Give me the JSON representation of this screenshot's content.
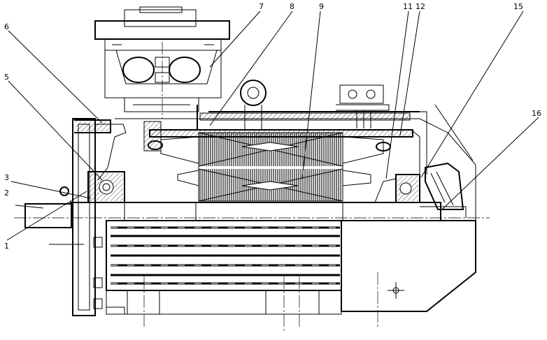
{
  "diagram": {
    "callouts": [
      {
        "id": "c1",
        "text": "1"
      },
      {
        "id": "c2",
        "text": "2"
      },
      {
        "id": "c3",
        "text": "3"
      },
      {
        "id": "c5",
        "text": "5"
      },
      {
        "id": "c6",
        "text": "6"
      },
      {
        "id": "c7",
        "text": "7"
      },
      {
        "id": "c8",
        "text": "8"
      },
      {
        "id": "c9",
        "text": "9"
      },
      {
        "id": "c11",
        "text": "11"
      },
      {
        "id": "c12",
        "text": "12"
      },
      {
        "id": "c15",
        "text": "15"
      },
      {
        "id": "c16",
        "text": "16"
      }
    ]
  }
}
